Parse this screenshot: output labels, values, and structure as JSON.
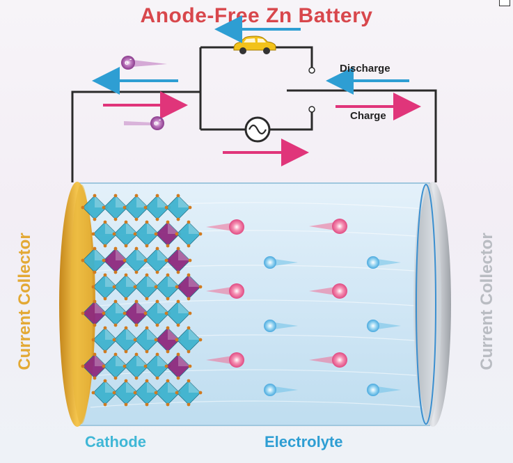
{
  "title": "Anode-Free Zn Battery",
  "labels": {
    "discharge": "Discharge",
    "charge": "Charge",
    "electron": "e",
    "electron_sup": "-",
    "current_collector_left": "Current Collector",
    "current_collector_right": "Current Collector",
    "cathode": "Cathode",
    "electrolyte": "Electrolyte"
  },
  "icons": {
    "load": "car-icon",
    "source": "ac-source-icon"
  },
  "colors": {
    "title": "#d8474c",
    "discharge_arrow": "#2e9ed3",
    "charge_arrow": "#e0357a",
    "left_collector": "#e3a935",
    "right_collector": "#b9bcc2",
    "cathode_label": "#3fb7d6",
    "electrolyte_label": "#2e9ed3",
    "zn_ion": "#f06b94",
    "anion": "#6ec1e8",
    "octahedron_cyan": "#3fb3cf",
    "octahedron_purple": "#8e2a7e"
  }
}
